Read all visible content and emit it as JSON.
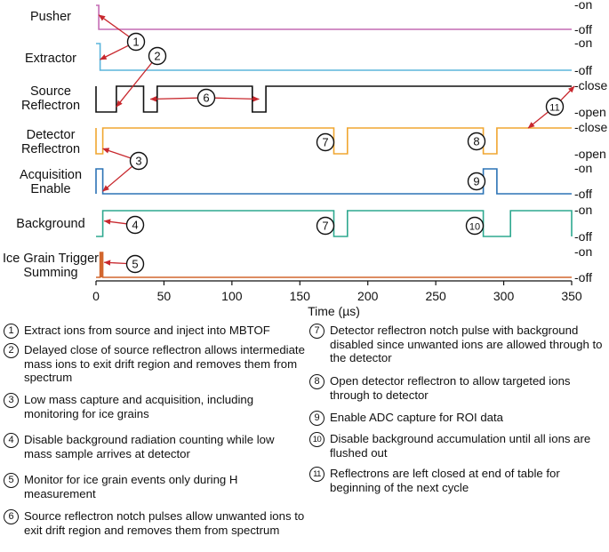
{
  "chart_data": {
    "type": "timing-diagram",
    "xlabel": "Time (µs)",
    "xlim": [
      0,
      350
    ],
    "xticks": [
      0,
      50,
      100,
      150,
      200,
      250,
      300,
      350
    ],
    "signals": [
      {
        "id": "pusher",
        "label_lines": [
          "Pusher"
        ],
        "color": "#c46bb4",
        "high_label": "-on",
        "low_label": "-off",
        "waveform": [
          [
            0,
            1
          ],
          [
            2,
            1
          ],
          [
            2,
            0
          ],
          [
            350,
            0
          ]
        ]
      },
      {
        "id": "extractor",
        "label_lines": [
          "Extractor"
        ],
        "color": "#5bb5dc",
        "high_label": "-on",
        "low_label": "-off",
        "waveform": [
          [
            0,
            1
          ],
          [
            3,
            1
          ],
          [
            3,
            0
          ],
          [
            350,
            0
          ]
        ]
      },
      {
        "id": "source_reflectron",
        "label_lines": [
          "Source",
          "Reflectron"
        ],
        "color": "#111111",
        "high_label": "-close",
        "low_label": "-open",
        "waveform": [
          [
            0,
            0
          ],
          [
            0,
            1
          ],
          [
            0,
            0
          ],
          [
            15,
            0
          ],
          [
            15,
            1
          ],
          [
            35,
            1
          ],
          [
            35,
            0
          ],
          [
            45,
            0
          ],
          [
            45,
            1
          ],
          [
            115,
            1
          ],
          [
            115,
            0
          ],
          [
            125,
            0
          ],
          [
            125,
            1
          ],
          [
            350,
            1
          ]
        ]
      },
      {
        "id": "detector_reflectron",
        "label_lines": [
          "Detector",
          "Reflectron"
        ],
        "color": "#f0a630",
        "high_label": "-close",
        "low_label": "-open",
        "waveform": [
          [
            0,
            0
          ],
          [
            0,
            1
          ],
          [
            0,
            0
          ],
          [
            5,
            0
          ],
          [
            5,
            1
          ],
          [
            175,
            1
          ],
          [
            175,
            0
          ],
          [
            185,
            0
          ],
          [
            185,
            1
          ],
          [
            285,
            1
          ],
          [
            285,
            0
          ],
          [
            295,
            0
          ],
          [
            295,
            1
          ],
          [
            350,
            1
          ]
        ]
      },
      {
        "id": "acquisition_enable",
        "label_lines": [
          "Acquisition",
          "Enable"
        ],
        "color": "#2c73b5",
        "high_label": "-on",
        "low_label": "-off",
        "waveform": [
          [
            0,
            0
          ],
          [
            0,
            1
          ],
          [
            5,
            1
          ],
          [
            5,
            0
          ],
          [
            285,
            0
          ],
          [
            285,
            1
          ],
          [
            295,
            1
          ],
          [
            295,
            0
          ],
          [
            350,
            0
          ]
        ]
      },
      {
        "id": "background",
        "label_lines": [
          "Background"
        ],
        "color": "#2ea88f",
        "high_label": "-on",
        "low_label": "-off",
        "waveform": [
          [
            0,
            0
          ],
          [
            5,
            0
          ],
          [
            5,
            1
          ],
          [
            175,
            1
          ],
          [
            175,
            0
          ],
          [
            185,
            0
          ],
          [
            185,
            1
          ],
          [
            285,
            1
          ],
          [
            285,
            0
          ],
          [
            305,
            0
          ],
          [
            305,
            1
          ],
          [
            350,
            1
          ],
          [
            350,
            0
          ]
        ]
      },
      {
        "id": "ice_grain",
        "label_lines": [
          "Ice Grain Trigger",
          "Summing"
        ],
        "color": "#d2662e",
        "high_label": "-on",
        "low_label": "-off",
        "waveform": [
          [
            0,
            0
          ],
          [
            3,
            0
          ],
          [
            3,
            1
          ],
          [
            5,
            1
          ],
          [
            5,
            0
          ],
          [
            350,
            0
          ]
        ]
      }
    ],
    "callouts": [
      {
        "n": "1",
        "targets": [
          [
            2,
            "pusher",
            0.6
          ],
          [
            3,
            "extractor",
            0.4
          ]
        ]
      },
      {
        "n": "2",
        "targets": [
          [
            15,
            "source_reflectron",
            0.2
          ]
        ]
      },
      {
        "n": "6",
        "targets": [
          [
            40,
            "source_reflectron",
            0.5
          ],
          [
            120,
            "source_reflectron",
            0.5
          ]
        ]
      },
      {
        "n": "11",
        "targets": [
          [
            352,
            "source_reflectron",
            1
          ],
          [
            318,
            "detector_reflectron",
            1
          ]
        ]
      },
      {
        "n": "3",
        "targets": [
          [
            5,
            "detector_reflectron",
            0.2
          ],
          [
            5,
            "acquisition_enable",
            0.1
          ]
        ]
      },
      {
        "n": "7"
      },
      {
        "n": "8"
      },
      {
        "n": "9"
      },
      {
        "n": "4",
        "targets": [
          [
            6,
            "background",
            0.6
          ]
        ]
      },
      {
        "n": "7"
      },
      {
        "n": "10"
      },
      {
        "n": "5",
        "targets": [
          [
            6,
            "ice_grain",
            0.6
          ]
        ]
      }
    ]
  },
  "notes": [
    {
      "n": "1",
      "text": "Extract ions from source and inject into MBTOF"
    },
    {
      "n": "2",
      "text": "Delayed close of source reflectron allows intermediate mass ions to exit drift region and removes them from spectrum"
    },
    {
      "n": "3",
      "text": "Low mass capture and acquisition, including monitoring for ice grains"
    },
    {
      "n": "4",
      "text": "Disable background radiation counting while low mass sample arrives at detector"
    },
    {
      "n": "5",
      "text": "Monitor for ice grain events only during H measurement"
    },
    {
      "n": "6",
      "text": "Source reflectron notch pulses allow unwanted ions to exit drift region and removes them from spectrum"
    },
    {
      "n": "7",
      "text": "Detector reflectron notch pulse with background disabled since unwanted ions are allowed through to the detector"
    },
    {
      "n": "8",
      "text": "Open detector reflectron to allow targeted ions through to detector"
    },
    {
      "n": "9",
      "text": "Enable ADC capture for ROI data"
    },
    {
      "n": "10",
      "text": "Disable background accumulation until all ions are flushed out"
    },
    {
      "n": "11",
      "text": "Reflectrons are left closed at end of table for beginning of the next cycle"
    }
  ]
}
